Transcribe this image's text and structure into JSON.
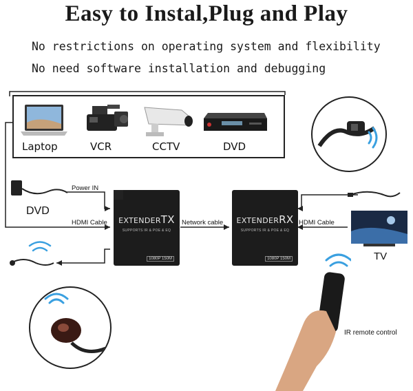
{
  "title": "Easy to Instal,Plug and Play",
  "subtitles": [
    "No restrictions on operating system and flexibility",
    "No need software installation and debugging"
  ],
  "sources": [
    "Laptop",
    "VCR",
    "CCTV",
    "DVD"
  ],
  "labels": {
    "power_in": "Power IN",
    "dvd": "DVD",
    "hdmi_cable_left": "HDMI Cable",
    "network_cable": "Network cable",
    "hdmi_cable_right": "HDMI Cable",
    "tv": "TV",
    "ir_remote": "IR remote control"
  },
  "tx": {
    "brand": "EXTENDER",
    "letter": "TX",
    "tagline": "SUPPORTS IR & POE & EQ",
    "resolution": "1080P 150M"
  },
  "rx": {
    "brand": "EXTENDER",
    "letter": "RX",
    "tagline": "SUPPORTS IR & POE & EQ",
    "resolution": "1080P 150M"
  },
  "colors": {
    "line": "#222222",
    "device": "#1c1c1c",
    "signal": "#3aa0e0"
  }
}
